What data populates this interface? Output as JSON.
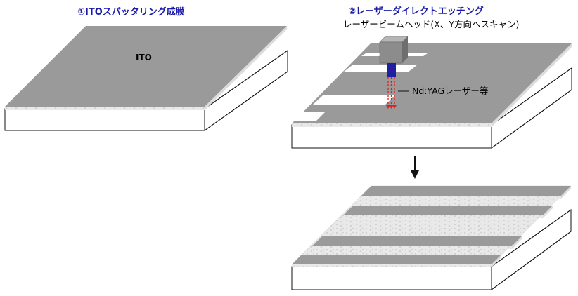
{
  "steps": {
    "step1_title": "①ITOスパッタリング成膜",
    "step2_title": "②レーザーダイレクトエッチング"
  },
  "labels": {
    "ito": "ITO",
    "laser_head": "レーザービームヘッド(X、Y方向へスキャン)",
    "laser_type": "Nd:YAGレーザー等"
  },
  "colors": {
    "ito_film": "#9a9a9a",
    "substrate_edge": "#e6e6e6",
    "outline": "#111111",
    "laser_head_body": "#8c8c8c",
    "laser_head_nozzle": "#1f1fa0",
    "laser_beam": "#e02020",
    "step_title": "#1a1aa8"
  }
}
